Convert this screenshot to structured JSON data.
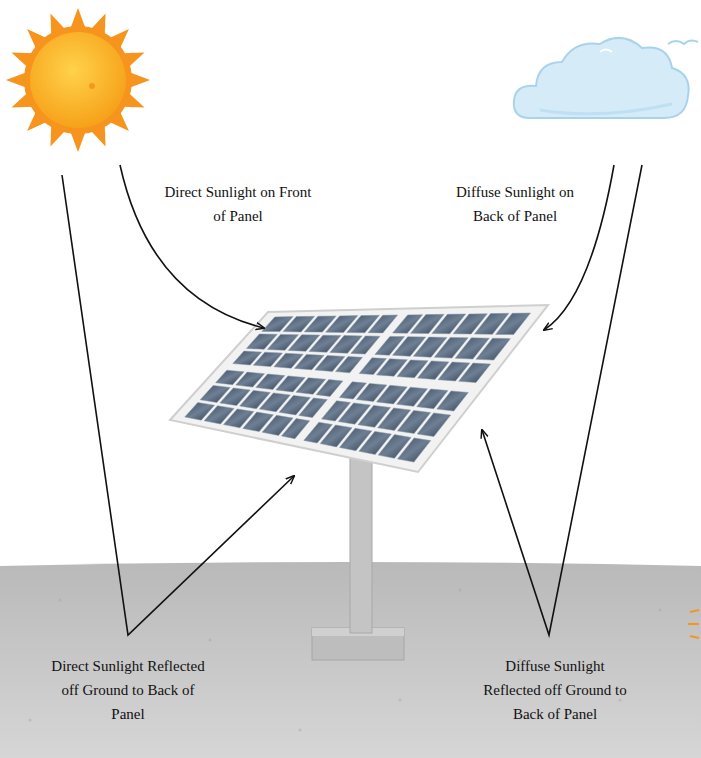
{
  "diagram": {
    "labels": [
      "Direct Sunlight on Front of Panel",
      "Diffuse Sunlight on Back of Panel",
      "Direct Sunlight Reflected off Ground to Back of Panel",
      "Diffuse Sunlight Reflected off Ground to Back of Panel"
    ]
  }
}
